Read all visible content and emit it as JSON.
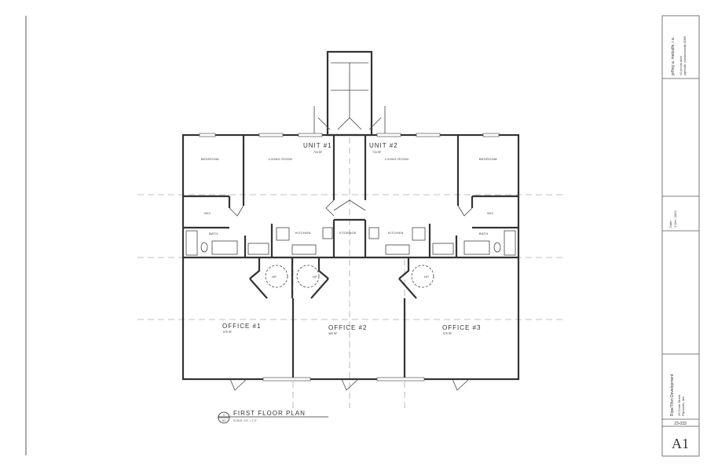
{
  "plan": {
    "title": "FIRST FLOOR PLAN",
    "scale": "SCALE: 1/4\" = 1'-0\"",
    "detail_number": "1",
    "detail_sheet": "A1",
    "units": [
      {
        "name": "UNIT #1",
        "area": "724 SF"
      },
      {
        "name": "UNIT #2",
        "area": "724 SF"
      }
    ],
    "rooms": {
      "bedroom": "BEDROOM",
      "living": "LIVING ROOM",
      "wic": "WIC",
      "bath": "BATH",
      "kitchen": "KITCHEN",
      "storage": "STORAGE",
      "hp": "HP"
    },
    "offices": [
      {
        "name": "OFFICE #1",
        "area": "575 SF"
      },
      {
        "name": "OFFICE #2",
        "area": "469 SF"
      },
      {
        "name": "OFFICE #3",
        "area": "575 SF"
      }
    ]
  },
  "title_block": {
    "architect": "jeffrey a. metcalfe, r.a.",
    "address1": "44 pin oak drive",
    "address2": "plymouth, massachusetts 02360",
    "date_label": "Date:",
    "date": "1 Dec. 2023",
    "project": "Ripe/Tifon Development",
    "site1": "29 Court Street",
    "site2": "Plymouth, MA",
    "job_number": "23-033",
    "sheet": "A1"
  }
}
